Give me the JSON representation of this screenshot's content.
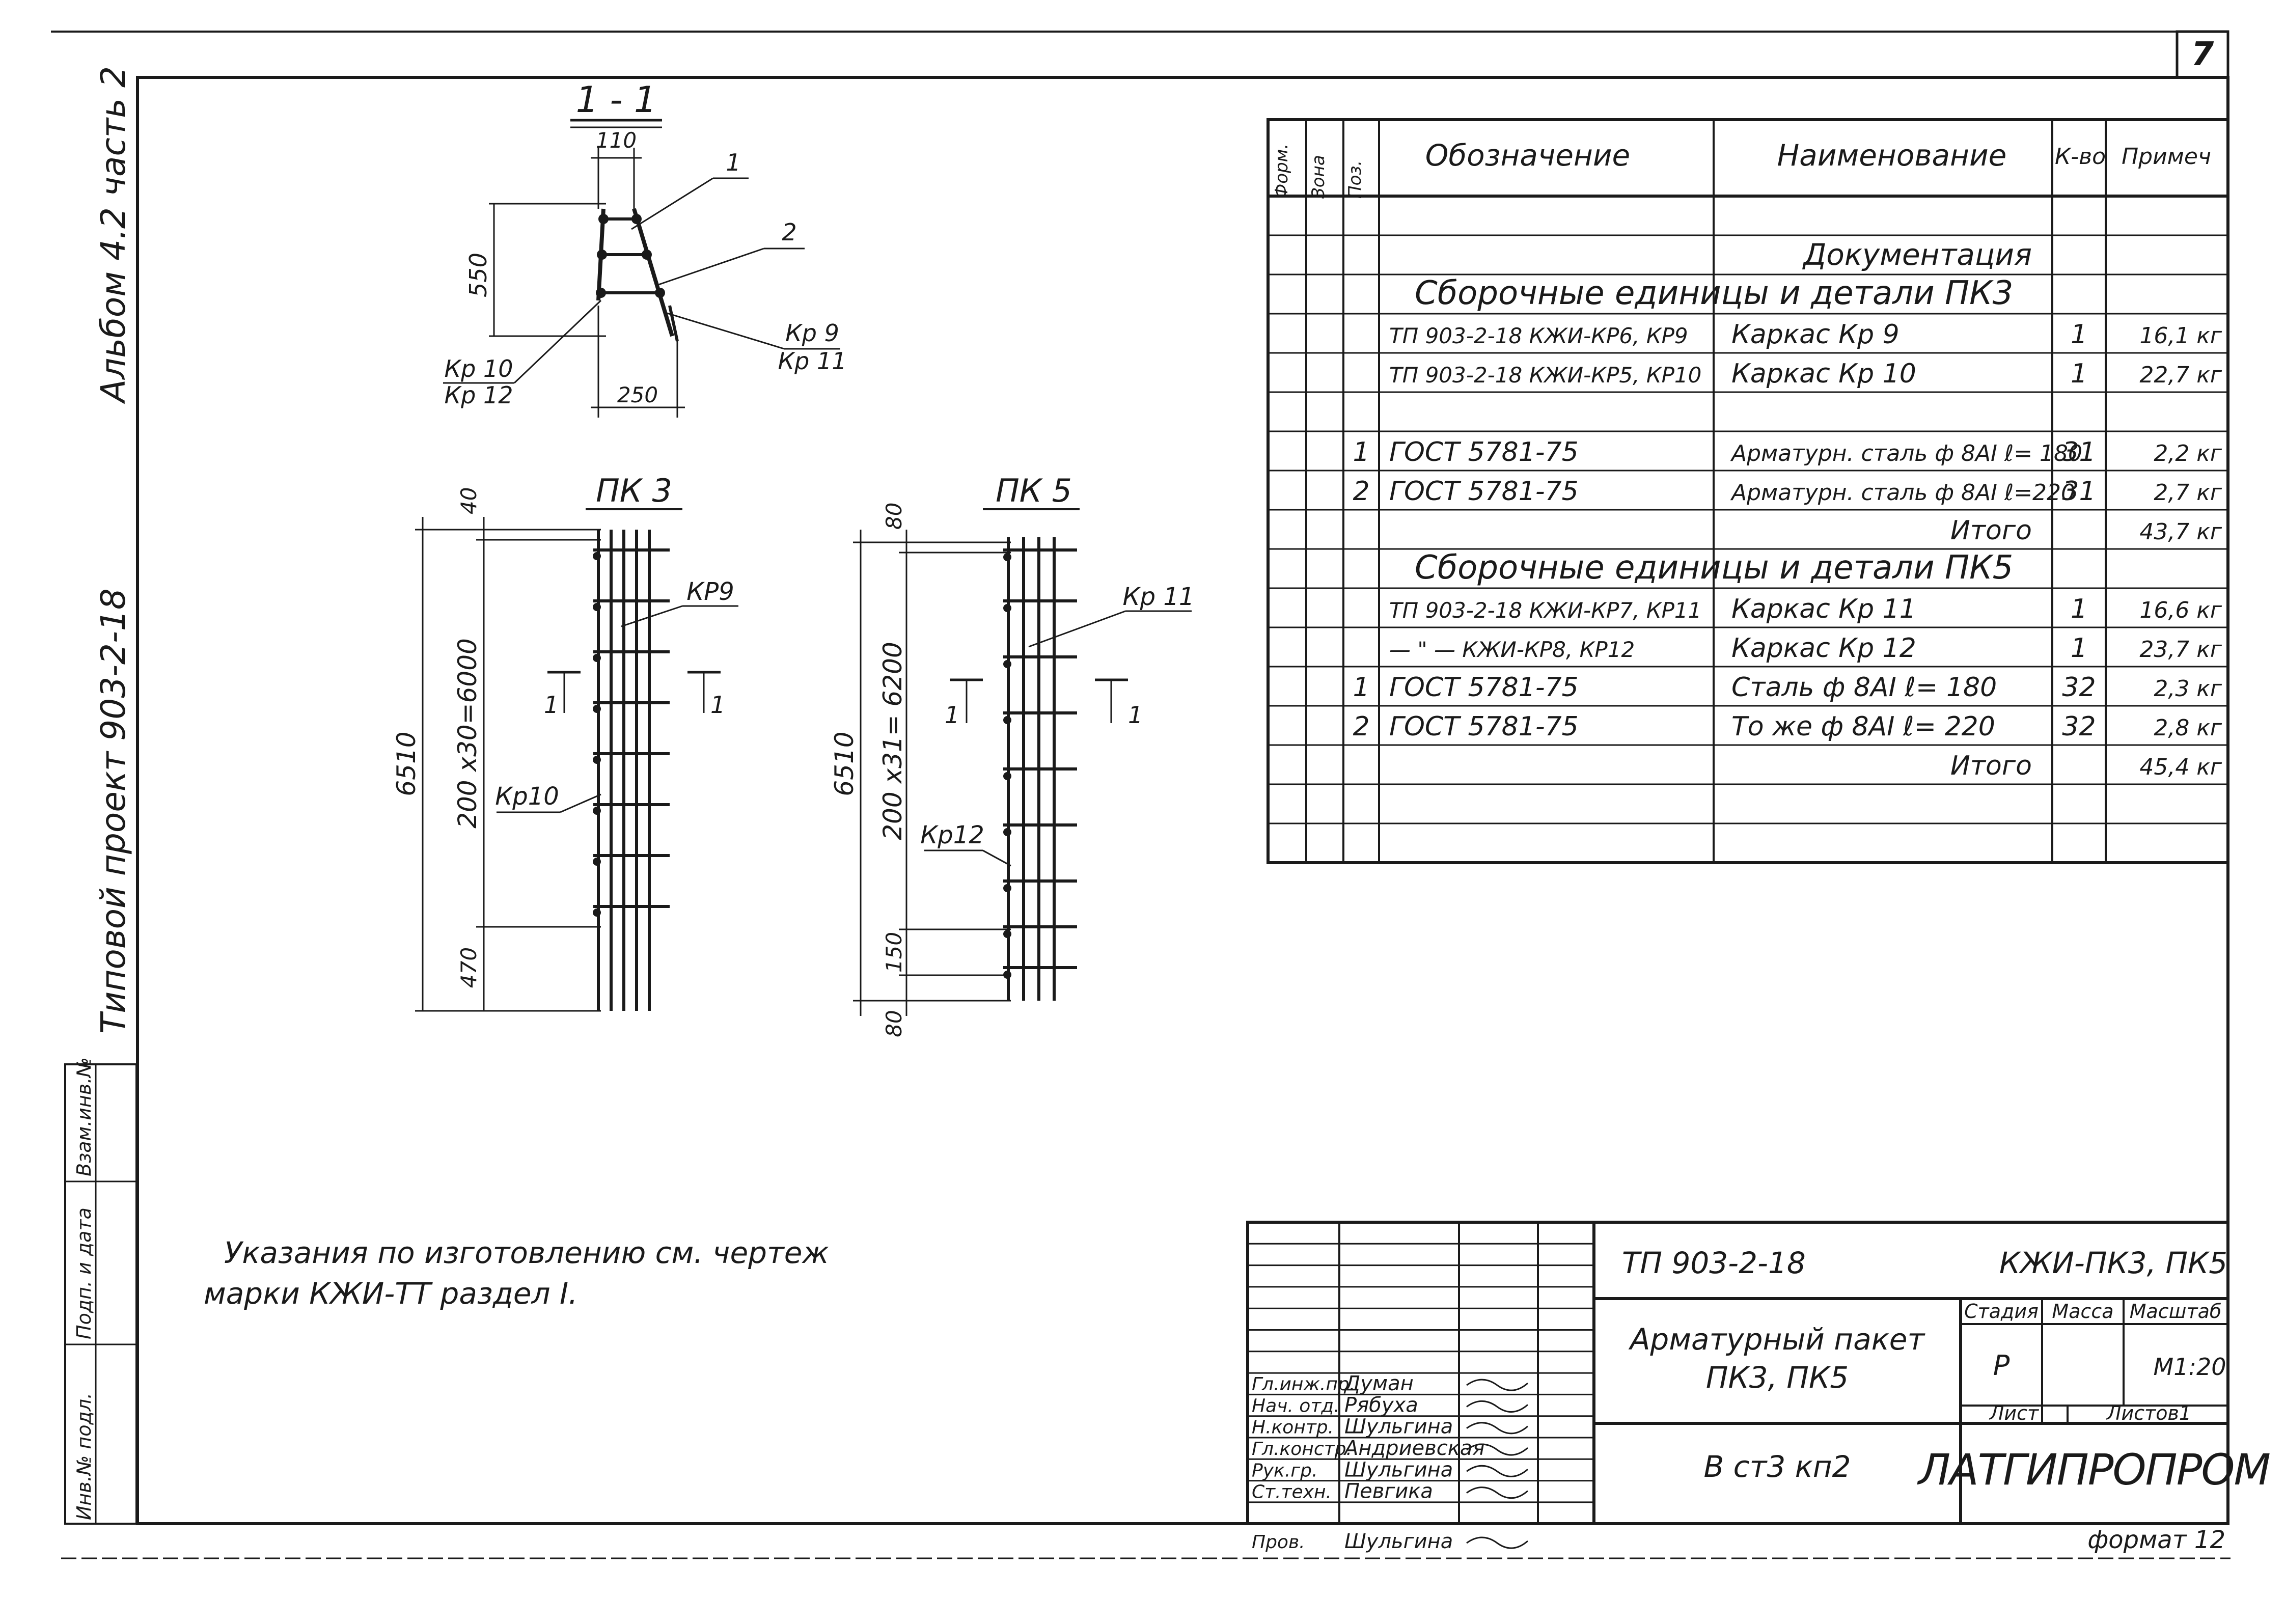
{
  "page_number": "7",
  "side_title": {
    "line1": "Типовой проект 903-2-18",
    "line2": "Альбом 4.2 часть 2"
  },
  "side_stamp": [
    "Инв.№ подл.",
    "Подп. и дата",
    "Взам.инв.№"
  ],
  "section": {
    "title": "1 - 1",
    "dims": {
      "top": "110",
      "height": "550",
      "bottom": "250"
    },
    "callouts": [
      "1",
      "2",
      "Кр 9",
      "Кр 11",
      "Кр 10",
      "Кр 12"
    ]
  },
  "pk3": {
    "title": "ПК 3",
    "dims": {
      "top": "40",
      "mid": "200 x30=6000",
      "bottom": "470",
      "total": "6510"
    },
    "labels": [
      "КР9",
      "Кр10"
    ],
    "cut_marks": [
      "1",
      "1"
    ]
  },
  "pk5": {
    "title": "ПК 5",
    "dims": {
      "top": "80",
      "mid": "200 x31= 6200",
      "bot1": "150",
      "bot2": "80",
      "total": "6510"
    },
    "labels": [
      "Кр 11",
      "Кр12"
    ],
    "cut_marks": [
      "1",
      "1"
    ]
  },
  "note": {
    "line1": "Указания по изготовлению см. чертеж",
    "line2": "марки КЖИ-ТТ раздел I."
  },
  "spec": {
    "headers": [
      "Форм.",
      "Зона",
      "Поз.",
      "Обозначение",
      "Наименование",
      "К-во",
      "Примеч"
    ],
    "rows": [
      [
        "",
        "",
        "",
        "",
        "",
        "",
        ""
      ],
      [
        "",
        "",
        "",
        "",
        "Документация",
        "",
        ""
      ],
      [
        "",
        "",
        "",
        "Сборочные единицы и детали ПК3",
        "",
        "",
        ""
      ],
      [
        "",
        "",
        "",
        "ТП 903-2-18 КЖИ-КР6, КР9",
        "Каркас Кр 9",
        "1",
        "16,1 кг"
      ],
      [
        "",
        "",
        "",
        "ТП 903-2-18 КЖИ-КР5, КР10",
        "Каркас Кр 10",
        "1",
        "22,7 кг"
      ],
      [
        "",
        "",
        "",
        "",
        "",
        "",
        ""
      ],
      [
        "",
        "",
        "1",
        "ГОСТ 5781-75",
        "Арматурн. сталь ф 8АI ℓ= 180",
        "31",
        "2,2 кг"
      ],
      [
        "",
        "",
        "2",
        "ГОСТ 5781-75",
        "Арматурн. сталь ф 8АI ℓ=220",
        "31",
        "2,7 кг"
      ],
      [
        "",
        "",
        "",
        "",
        "Итого",
        "",
        "43,7 кг"
      ],
      [
        "",
        "",
        "",
        "Сборочные единицы и детали ПК5",
        "",
        "",
        ""
      ],
      [
        "",
        "",
        "",
        "ТП 903-2-18 КЖИ-КР7, КР11",
        "Каркас Кр 11",
        "1",
        "16,6 кг"
      ],
      [
        "",
        "",
        "",
        "— \" — КЖИ-КР8, КР12",
        "Каркас Кр 12",
        "1",
        "23,7 кг"
      ],
      [
        "",
        "",
        "1",
        "ГОСТ 5781-75",
        "Сталь ф 8АI ℓ= 180",
        "32",
        "2,3 кг"
      ],
      [
        "",
        "",
        "2",
        "ГОСТ 5781-75",
        "То же ф 8АI ℓ= 220",
        "32",
        "2,8 кг"
      ],
      [
        "",
        "",
        "",
        "",
        "Итого",
        "",
        "45,4 кг"
      ],
      [
        "",
        "",
        "",
        "",
        "",
        "",
        ""
      ],
      [
        "",
        "",
        "",
        "",
        "",
        "",
        ""
      ]
    ]
  },
  "title_block": {
    "code": "ТП 903-2-18",
    "mark": "КЖИ-ПК3, ПК5",
    "name_line1": "Арматурный пакет",
    "name_line2": "ПК3, ПК5",
    "sheet_ref": "В ст3 кп2",
    "org": "ЛАТГИПРОПРОМ",
    "col_stage": "Стадия",
    "col_mass": "Масса",
    "col_scale": "Масштаб",
    "stage": "Р",
    "scale": "М1:20",
    "sheet_label": "Лист",
    "sheets_label": "Листов1",
    "format": "формат 12",
    "signers": [
      {
        "role": "Гл.инж.пр.",
        "name": "Думан"
      },
      {
        "role": "Нач. отд.",
        "name": "Рябуха"
      },
      {
        "role": "Н.контр.",
        "name": "Шульгина"
      },
      {
        "role": "Гл.констр.",
        "name": "Андриевская"
      },
      {
        "role": "Рук.гр.",
        "name": "Шульгина"
      },
      {
        "role": "Ст.техн.",
        "name": "Певгика"
      },
      {
        "role": "Пров.",
        "name": "Шульгина"
      }
    ]
  }
}
